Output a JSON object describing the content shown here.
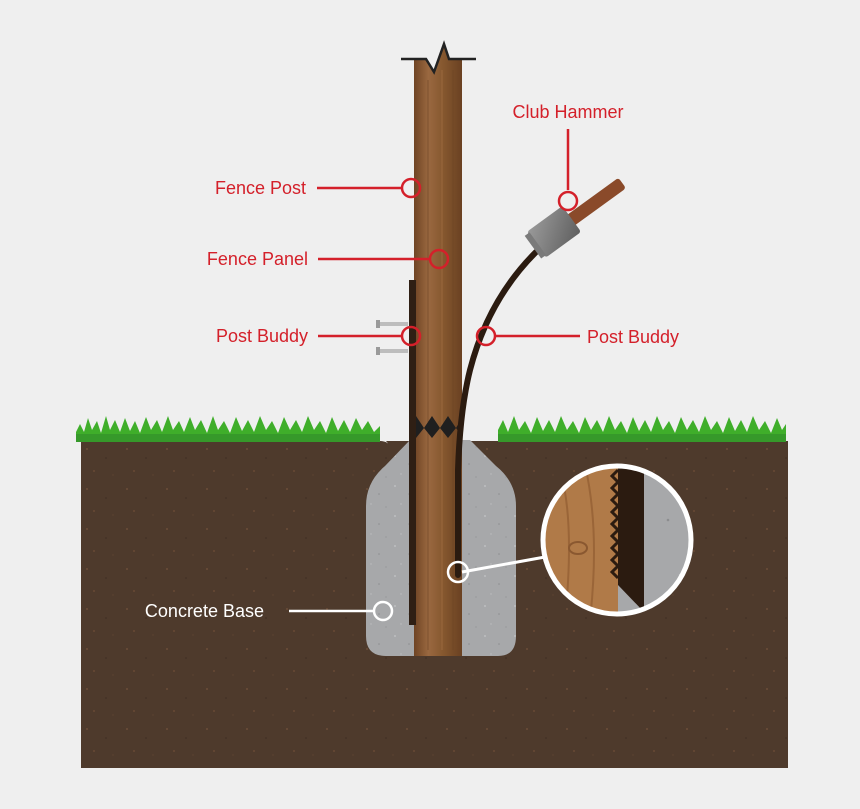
{
  "labels": {
    "fence_post": "Fence Post",
    "fence_panel": "Fence Panel",
    "post_buddy_left": "Post Buddy",
    "post_buddy_right": "Post Buddy",
    "club_hammer": "Club Hammer",
    "concrete_base": "Concrete Base"
  },
  "colors": {
    "background": "#efefef",
    "soil": "#4e3a2c",
    "grass": "#3fae2a",
    "concrete": "#a7a8aa",
    "wood": "#8a5a34",
    "annotation_red": "#d4202a",
    "annotation_white": "#ffffff"
  },
  "icons": {
    "hammer": "club-hammer-icon",
    "screws": "screw-icon",
    "magnifier": "detail-magnifier-icon"
  }
}
